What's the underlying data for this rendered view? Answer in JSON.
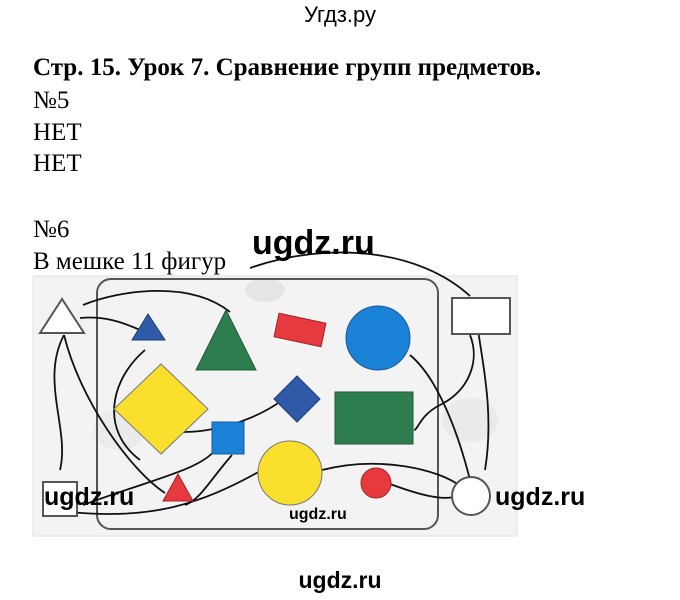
{
  "site": {
    "title": "Угдз.ру"
  },
  "heading": "Стр. 15. Урок 7. Сравнение групп предметов.",
  "task5": {
    "number": "№5",
    "answers": [
      "НЕТ",
      "НЕТ"
    ]
  },
  "task6": {
    "number": "№6",
    "text": "В мешке 11 фигур"
  },
  "watermarks": [
    "ugdz.ru",
    "ugdz.ru",
    "ugdz.ru",
    "ugdz.ru",
    "ugdz.ru"
  ],
  "colors": {
    "red": "#e63a3f",
    "green": "#2e7d4f",
    "blue": "#1a82d6",
    "navy_blue": "#2f5aa8",
    "yellow": "#fadf2c",
    "photo_gray": "#d9d9d9"
  }
}
